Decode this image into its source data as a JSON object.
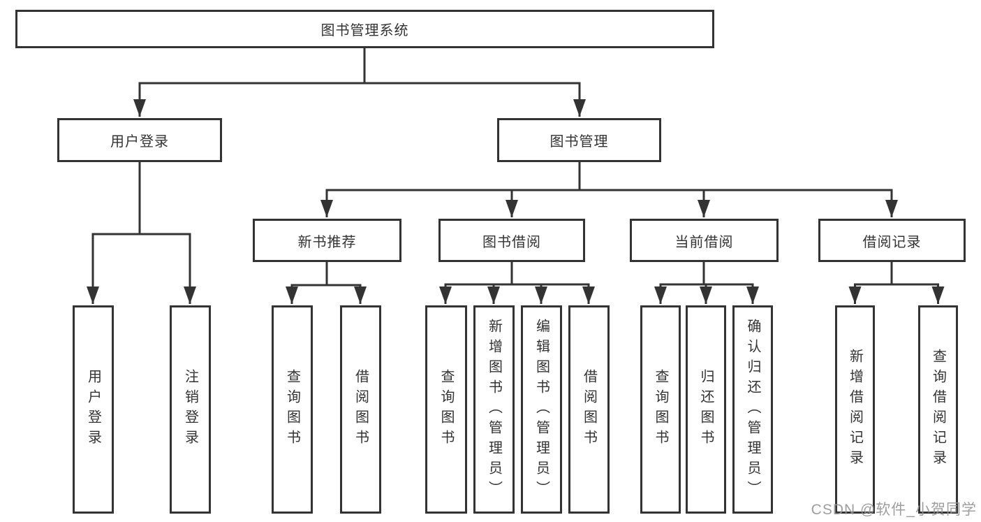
{
  "tree": {
    "root": {
      "label": "图书管理系统"
    },
    "branches": [
      {
        "label": "用户登录",
        "children": [
          {
            "label": "用户登录"
          },
          {
            "label": "注销登录"
          }
        ]
      },
      {
        "label": "图书管理",
        "children": [
          {
            "label": "新书推荐",
            "children": [
              {
                "label": "查询图书"
              },
              {
                "label": "借阅图书"
              }
            ]
          },
          {
            "label": "图书借阅",
            "children": [
              {
                "label": "查询图书"
              },
              {
                "label": "新增图书（管理员）"
              },
              {
                "label": "编辑图书（管理员）"
              },
              {
                "label": "借阅图书"
              }
            ]
          },
          {
            "label": "当前借阅",
            "children": [
              {
                "label": "查询图书"
              },
              {
                "label": "归还图书"
              },
              {
                "label": "确认归还（管理员）"
              }
            ]
          },
          {
            "label": "借阅记录",
            "children": [
              {
                "label": "新增借阅记录"
              },
              {
                "label": "查询借阅记录"
              }
            ]
          }
        ]
      }
    ]
  },
  "watermark": {
    "text": "CSDN @软件_小贺同学"
  },
  "colors": {
    "line": "#333333",
    "box_border": "#333333",
    "text": "#333333",
    "background": "#ffffff",
    "watermark": "#969696"
  }
}
